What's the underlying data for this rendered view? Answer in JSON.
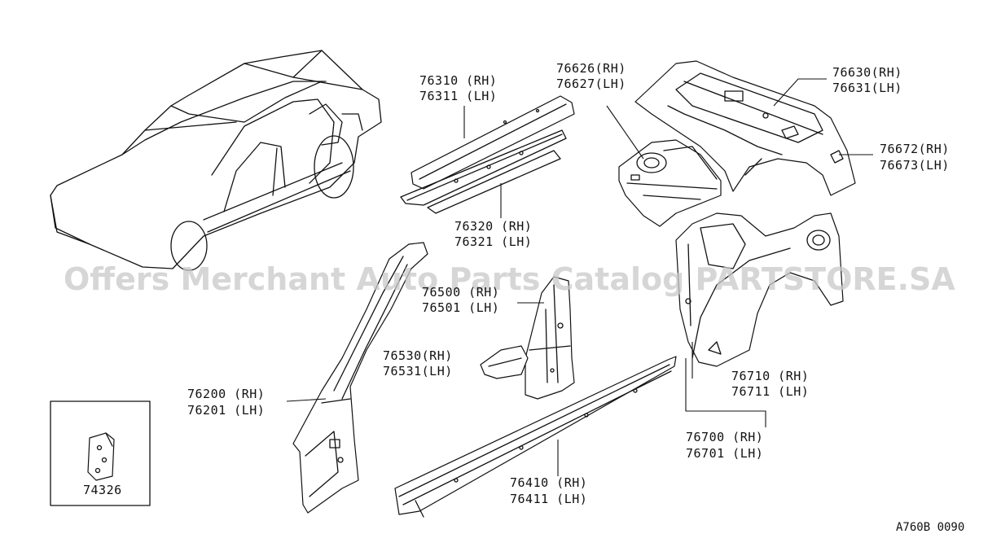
{
  "watermark": "Offers Merchant Auto Parts Catalog PARTSTORE.SA",
  "diagram_code": "A760B 0090",
  "callouts": {
    "c76310": "76310 (RH)",
    "c76311": "76311 (LH)",
    "c76626": "76626(RH)",
    "c76627": "76627(LH)",
    "c76630": "76630(RH)",
    "c76631": "76631(LH)",
    "c76672": "76672(RH)",
    "c76673": "76673(LH)",
    "c76320": "76320 (RH)",
    "c76321": "76321 (LH)",
    "c76500": "76500 (RH)",
    "c76501": "76501 (LH)",
    "c76530": "76530(RH)",
    "c76531": "76531(LH)",
    "c76200": "76200 (RH)",
    "c76201": "76201 (LH)",
    "c76710": "76710 (RH)",
    "c76711": "76711 (LH)",
    "c76700": "76700 (RH)",
    "c76701": "76701 (LH)",
    "c76410": "76410 (RH)",
    "c76411": "76411 (LH)",
    "c74326": "74326"
  }
}
